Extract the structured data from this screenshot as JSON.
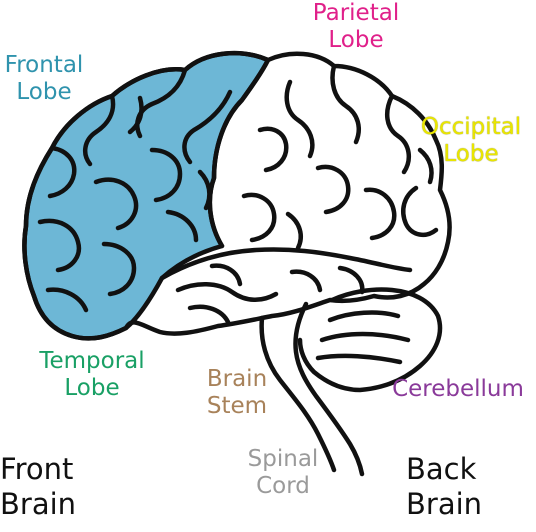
{
  "colors": {
    "frontal": "#2f93ad",
    "frontal_fill": "#6db7d6",
    "parietal": "#e0208a",
    "occipital": "#e9e600",
    "temporal": "#19a065",
    "brain_stem": "#a8825a",
    "cerebellum": "#8a3a9a",
    "spinal_cord": "#9a9a9a"
  },
  "labels": {
    "frontal": [
      "Frontal",
      "Lobe"
    ],
    "parietal": [
      "Parietal",
      "Lobe"
    ],
    "occipital": [
      "Occipital",
      "Lobe"
    ],
    "temporal": [
      "Temporal",
      "Lobe"
    ],
    "brain_stem": [
      "Brain",
      "Stem"
    ],
    "cerebellum": [
      "Cerebellum"
    ],
    "spinal_cord": [
      "Spinal",
      "Cord"
    ],
    "front": [
      "Front",
      "Brain"
    ],
    "back": [
      "Back",
      "Brain"
    ]
  }
}
